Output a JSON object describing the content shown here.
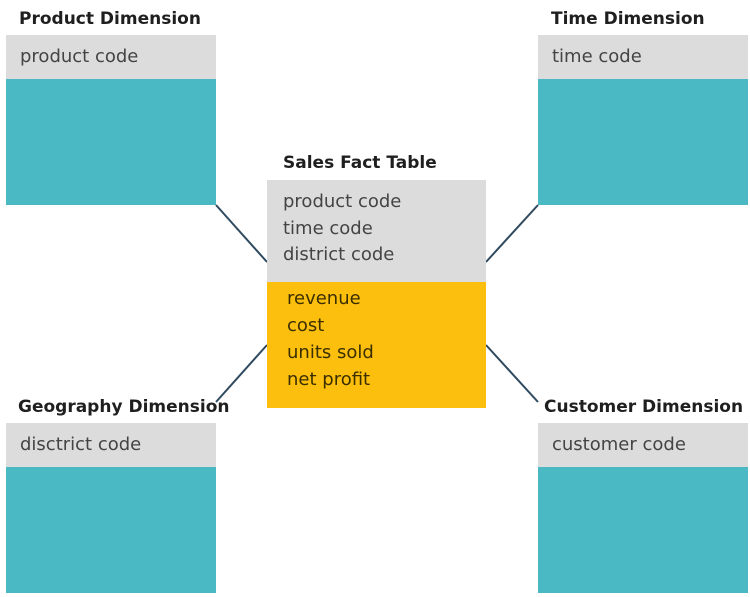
{
  "product": {
    "title": "Product Dimension",
    "key": "product code"
  },
  "time": {
    "title": "Time Dimension",
    "key": "time code"
  },
  "geography": {
    "title": "Geography Dimension",
    "key": "disctrict code"
  },
  "customer": {
    "title": "Customer Dimension",
    "key": "customer code"
  },
  "fact": {
    "title": "Sales Fact Table",
    "keys": [
      "product code",
      "time code",
      "district code"
    ],
    "measures": [
      "revenue",
      "cost",
      "units sold",
      "net profit"
    ]
  },
  "colors": {
    "teal": "#4ab9c4",
    "gray": "#dcdcdc",
    "amber": "#fdbf0e",
    "line": "#2f4a5f"
  }
}
